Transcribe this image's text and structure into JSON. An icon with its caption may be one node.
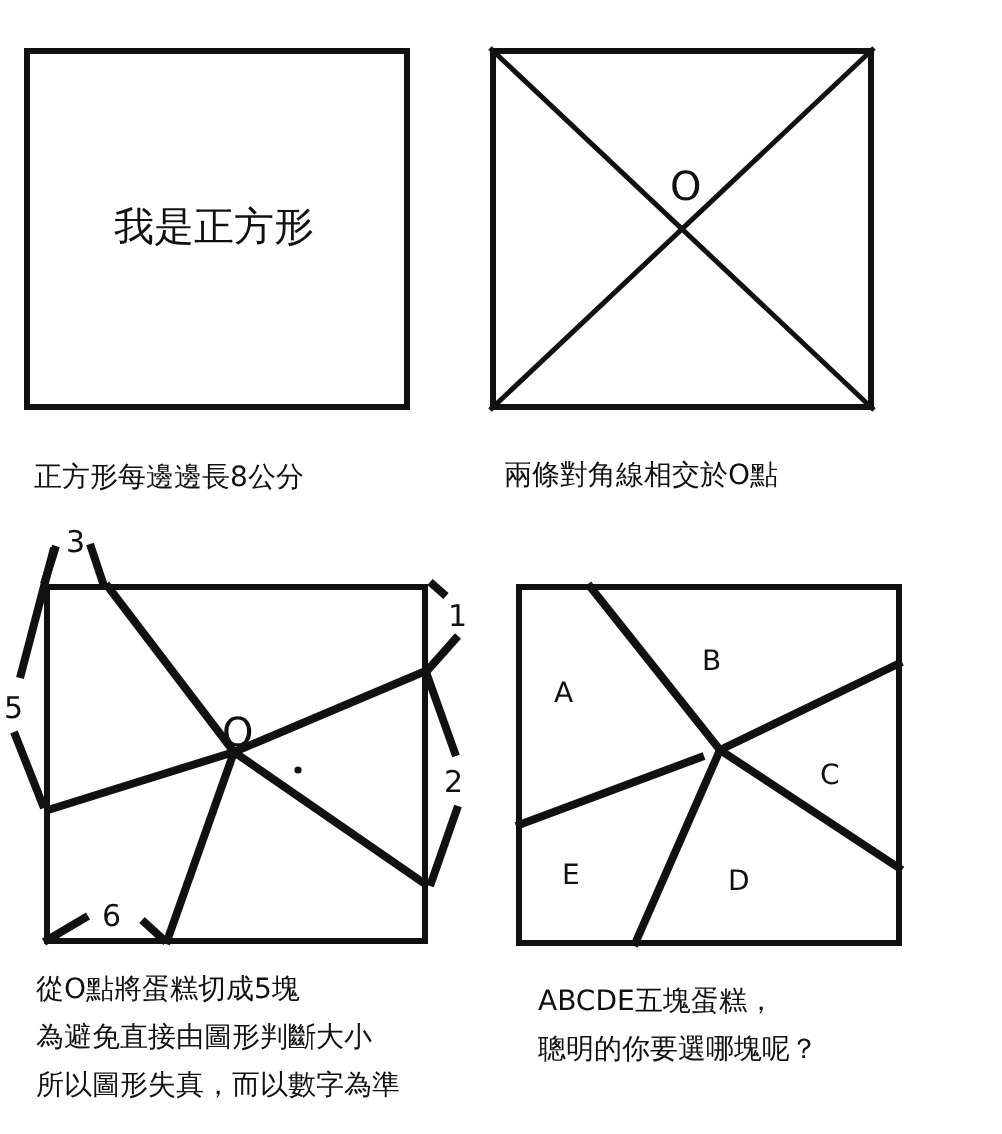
{
  "diagram": {
    "nodes": [
      {
        "text": [
          "我是正方形"
        ],
        "beside": [
          "正方形每邊邊長8公分"
        ]
      },
      {
        "text": [
          "O"
        ],
        "beside": [
          "兩條對角線相交於O點"
        ]
      },
      {
        "text": [
          "O"
        ],
        "beside": [
          "從O點將蛋糕切成5塊",
          "為避免直接由圖形判斷大小",
          "所以圖形失真，而以數字為準"
        ]
      },
      {
        "text": [
          "A",
          "B",
          "C",
          "D",
          "E"
        ],
        "beside": [
          "ABCDE五塊蛋糕，",
          "聰明的你要選哪塊呢？"
        ]
      }
    ],
    "edges": [],
    "labels": [
      "3",
      "1",
      "5",
      "2",
      "6"
    ]
  }
}
